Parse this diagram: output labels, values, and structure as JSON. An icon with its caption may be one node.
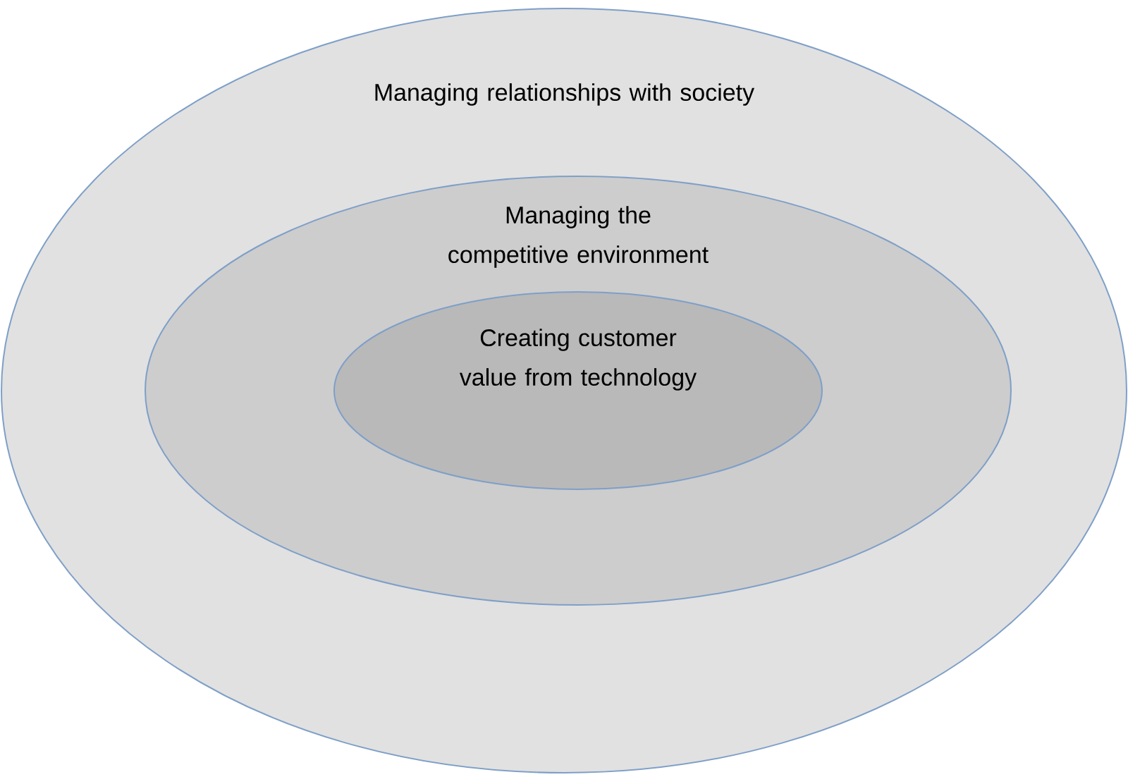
{
  "diagram": {
    "nodes": [
      {
        "text": [
          "Managing relationships with society"
        ]
      },
      {
        "text": [
          "Managing the competitive environment"
        ],
        "in": 0
      },
      {
        "text": [
          "Creating customer value from technology"
        ],
        "in": 1
      }
    ]
  }
}
